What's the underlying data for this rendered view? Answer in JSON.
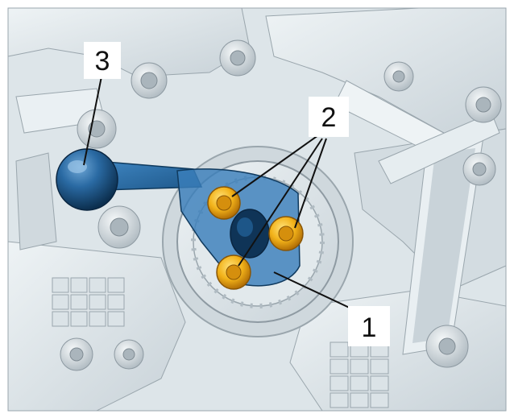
{
  "figure": {
    "callouts": [
      {
        "id": "1",
        "label": "1"
      },
      {
        "id": "2",
        "label": "2"
      },
      {
        "id": "3",
        "label": "3"
      }
    ]
  },
  "colors": {
    "background": "#ffffff",
    "casting_light": "#e8eef1",
    "casting_mid": "#c4ced4",
    "casting_shadow": "#8e9aa2",
    "tool_blue": "#2f74b0",
    "tool_dark": "#103a5e",
    "bolt_yellow": "#f2b219",
    "bolt_orange": "#c47d08",
    "leader_line": "#111111",
    "label_box": "#ffffff"
  },
  "icons": {
    "tool": "counterhold-tool-illustration",
    "bolts": "bolt-illustration",
    "engine": "engine-block-illustration"
  }
}
